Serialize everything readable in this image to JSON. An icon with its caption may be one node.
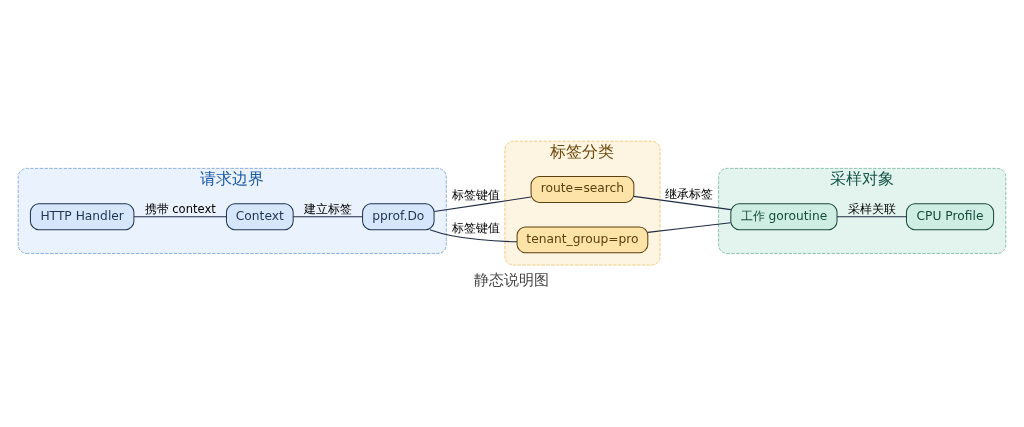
{
  "diagram": {
    "caption": "静态说明图",
    "nodes": [
      {
        "text": [
          "请求边界"
        ]
      },
      {
        "text": [
          "HTTP Handler"
        ],
        "in": 0
      },
      {
        "text": [
          "Context"
        ],
        "in": 0
      },
      {
        "text": [
          "pprof.Do"
        ],
        "in": 0
      },
      {
        "text": [
          "标签分类"
        ]
      },
      {
        "text": [
          "route=search"
        ],
        "in": 4
      },
      {
        "text": [
          "tenant_group=pro"
        ],
        "in": 4
      },
      {
        "text": [
          "采样对象"
        ]
      },
      {
        "text": [
          "工作 goroutine"
        ],
        "in": 7
      },
      {
        "text": [
          "CPU Profile"
        ],
        "in": 7
      }
    ],
    "edges": [
      {
        "from": 1,
        "to": 2,
        "arrow": "none",
        "label": "携带 context"
      },
      {
        "from": 2,
        "to": 3,
        "arrow": "none",
        "label": "建立标签"
      },
      {
        "from": 3,
        "to": 5,
        "arrow": "none",
        "label": "标签键值"
      },
      {
        "from": 3,
        "to": 6,
        "arrow": "none",
        "label": "标签键值"
      },
      {
        "from": 5,
        "to": 8,
        "arrow": "none",
        "label": "继承标签"
      },
      {
        "from": 6,
        "to": 8,
        "arrow": "none"
      },
      {
        "from": 8,
        "to": 9,
        "arrow": "none",
        "label": "采样关联"
      }
    ]
  }
}
